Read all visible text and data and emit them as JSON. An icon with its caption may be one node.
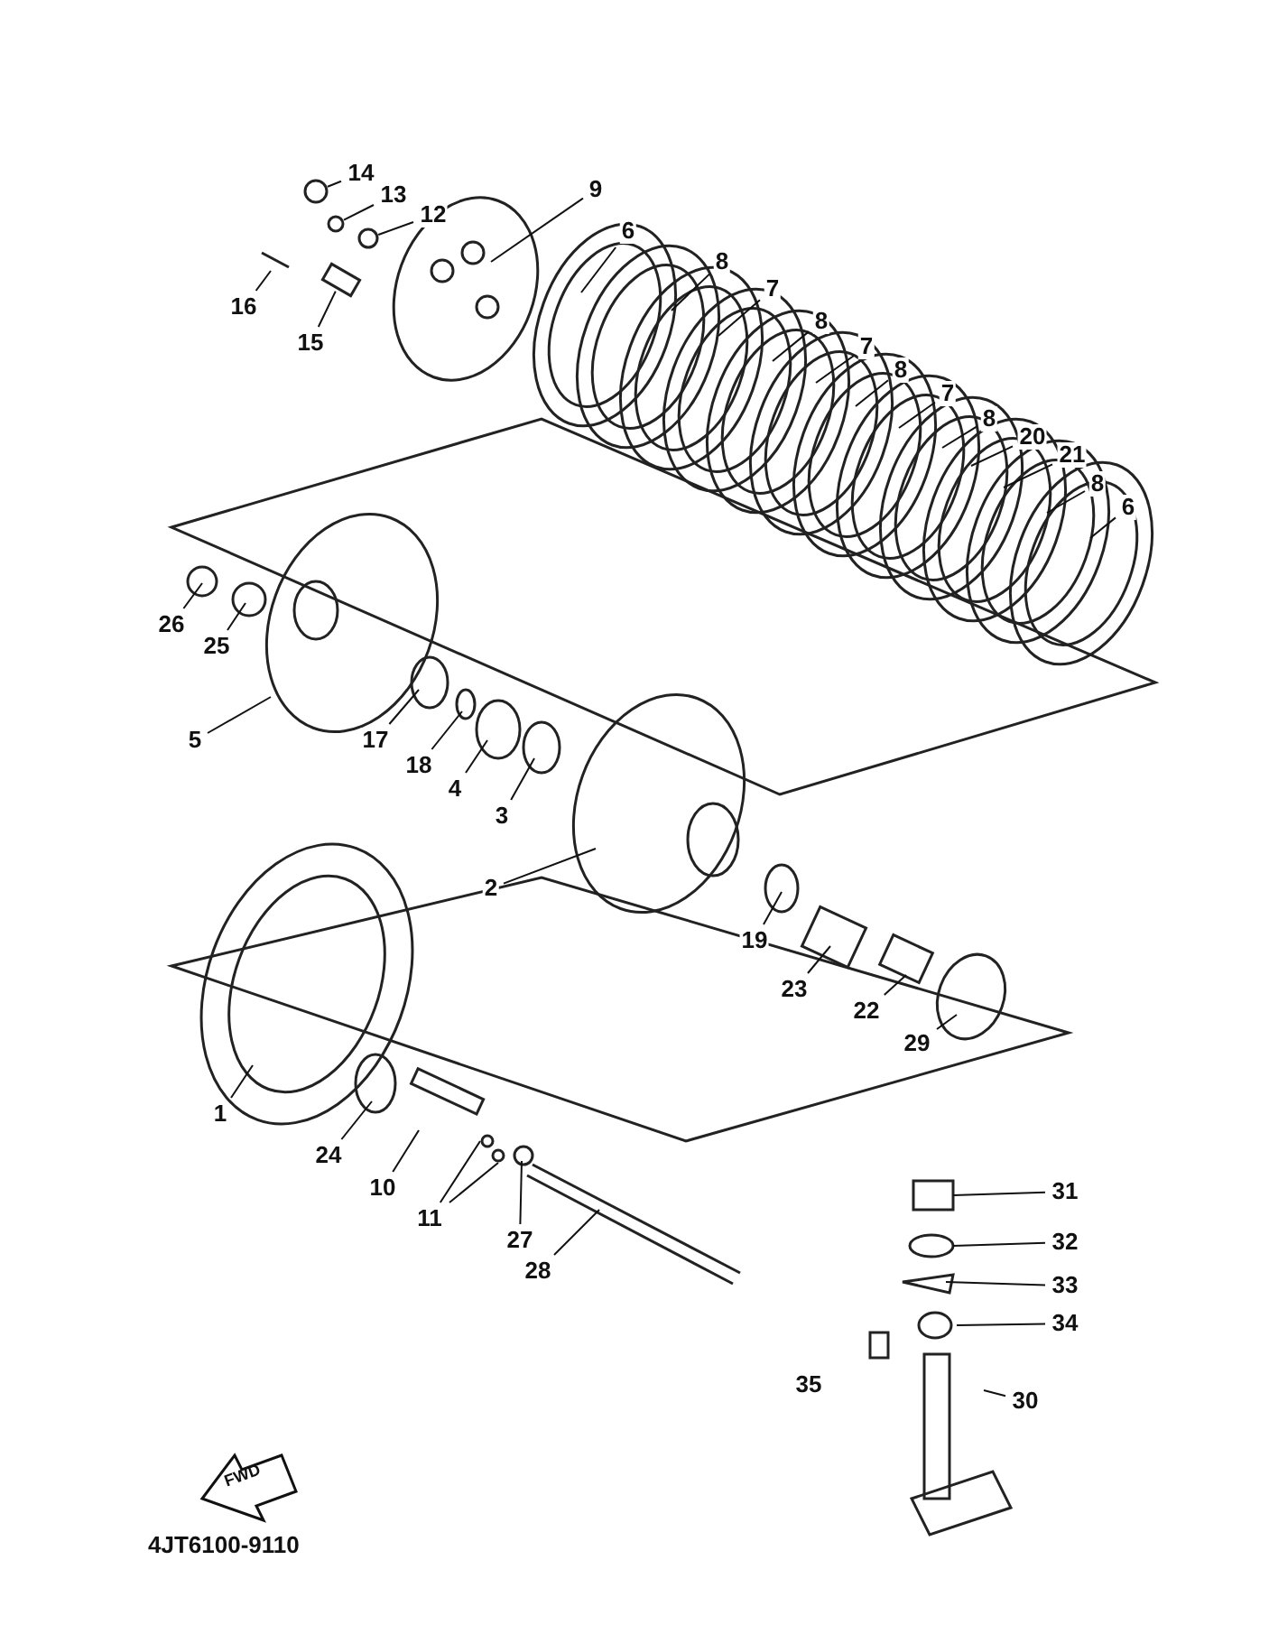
{
  "diagram": {
    "nodes": [
      {
        "text": [
          "14"
        ]
      },
      {
        "text": [
          "13"
        ]
      },
      {
        "text": [
          "12"
        ]
      },
      {
        "text": [
          "9"
        ]
      },
      {
        "text": [
          "16"
        ]
      },
      {
        "text": [
          "15"
        ]
      },
      {
        "text": [
          "6"
        ]
      },
      {
        "text": [
          "8"
        ]
      },
      {
        "text": [
          "7"
        ]
      },
      {
        "text": [
          "8"
        ]
      },
      {
        "text": [
          "7"
        ]
      },
      {
        "text": [
          "8"
        ]
      },
      {
        "text": [
          "7"
        ]
      },
      {
        "text": [
          "8"
        ]
      },
      {
        "text": [
          "20"
        ]
      },
      {
        "text": [
          "21"
        ]
      },
      {
        "text": [
          "8"
        ]
      },
      {
        "text": [
          "6"
        ]
      },
      {
        "text": [
          "26"
        ]
      },
      {
        "text": [
          "25"
        ]
      },
      {
        "text": [
          "5"
        ]
      },
      {
        "text": [
          "17"
        ]
      },
      {
        "text": [
          "18"
        ]
      },
      {
        "text": [
          "4"
        ]
      },
      {
        "text": [
          "3"
        ]
      },
      {
        "text": [
          "2"
        ]
      },
      {
        "text": [
          "19"
        ]
      },
      {
        "text": [
          "23"
        ]
      },
      {
        "text": [
          "22"
        ]
      },
      {
        "text": [
          "29"
        ]
      },
      {
        "text": [
          "1"
        ]
      },
      {
        "text": [
          "24"
        ]
      },
      {
        "text": [
          "10"
        ]
      },
      {
        "text": [
          "11"
        ]
      },
      {
        "text": [
          "27"
        ]
      },
      {
        "text": [
          "28"
        ]
      },
      {
        "text": [
          "31"
        ]
      },
      {
        "text": [
          "32"
        ]
      },
      {
        "text": [
          "33"
        ]
      },
      {
        "text": [
          "34"
        ]
      },
      {
        "text": [
          "35"
        ]
      },
      {
        "text": [
          "30"
        ]
      },
      {
        "text": [],
        "shape": "circle"
      },
      {
        "text": [],
        "shape": "circle"
      },
      {
        "text": [],
        "shape": "circle"
      },
      {
        "text": [],
        "shape": "box"
      }
    ],
    "edges": [
      {
        "from": 0,
        "to": 42,
        "arrow": "none"
      },
      {
        "from": 1,
        "to": 43,
        "arrow": "none"
      },
      {
        "from": 2,
        "to": 44,
        "arrow": "none"
      },
      {
        "from": 3,
        "to": null,
        "arrow": "none"
      },
      {
        "from": 4,
        "to": null,
        "arrow": "none"
      },
      {
        "from": 5,
        "to": 45,
        "arrow": "none"
      },
      {
        "from": 6,
        "to": null,
        "arrow": "none"
      },
      {
        "from": 7,
        "to": null,
        "arrow": "none"
      },
      {
        "from": 8,
        "to": null,
        "arrow": "none"
      },
      {
        "from": 9,
        "to": null,
        "arrow": "none"
      },
      {
        "from": 10,
        "to": null,
        "arrow": "none"
      },
      {
        "from": 11,
        "to": null,
        "arrow": "none"
      },
      {
        "from": 12,
        "to": null,
        "arrow": "none"
      },
      {
        "from": 13,
        "to": null,
        "arrow": "none"
      },
      {
        "from": 14,
        "to": null,
        "arrow": "none"
      },
      {
        "from": 15,
        "to": null,
        "arrow": "none"
      },
      {
        "from": 16,
        "to": null,
        "arrow": "none"
      },
      {
        "from": 17,
        "to": null,
        "arrow": "none"
      },
      {
        "from": 18,
        "to": null,
        "arrow": "none"
      },
      {
        "from": 19,
        "to": null,
        "arrow": "none"
      },
      {
        "from": 20,
        "to": null,
        "arrow": "none"
      },
      {
        "from": 21,
        "to": null,
        "arrow": "none"
      },
      {
        "from": 22,
        "to": null,
        "arrow": "none"
      },
      {
        "from": 23,
        "to": null,
        "arrow": "none"
      },
      {
        "from": 24,
        "to": null,
        "arrow": "none"
      },
      {
        "from": 25,
        "to": null,
        "arrow": "none"
      },
      {
        "from": 26,
        "to": null,
        "arrow": "none"
      },
      {
        "from": 27,
        "to": null,
        "arrow": "none"
      },
      {
        "from": 28,
        "to": null,
        "arrow": "none"
      },
      {
        "from": 29,
        "to": null,
        "arrow": "none"
      },
      {
        "from": 30,
        "to": null,
        "arrow": "none"
      },
      {
        "from": 31,
        "to": null,
        "arrow": "none"
      },
      {
        "from": 32,
        "to": null,
        "arrow": "none"
      },
      {
        "from": 33,
        "to": null,
        "arrow": "none"
      },
      {
        "from": 33,
        "to": null,
        "arrow": "none"
      },
      {
        "from": 34,
        "to": null,
        "arrow": "none"
      },
      {
        "from": 35,
        "to": null,
        "arrow": "none"
      },
      {
        "from": 36,
        "to": null,
        "arrow": "none"
      },
      {
        "from": 37,
        "to": null,
        "arrow": "none"
      },
      {
        "from": 38,
        "to": null,
        "arrow": "none"
      },
      {
        "from": 39,
        "to": null,
        "arrow": "none"
      },
      {
        "from": 41,
        "to": null,
        "arrow": "none"
      }
    ],
    "labels": [
      "FWD",
      "4JT6100-9110"
    ]
  }
}
